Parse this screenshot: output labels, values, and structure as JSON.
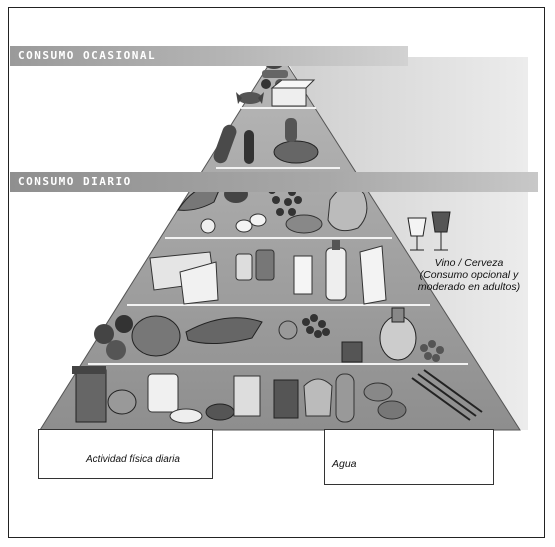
{
  "pyramid": {
    "top_band_label": "CONSUMO OCASIONAL",
    "middle_band_label": "CONSUMO DIARIO",
    "wine_note": "Vino / Cerveza (Consumo opcional y moderado en adultos)",
    "activity_label": "Actividad física diaria",
    "water_label": "Agua",
    "tiers": [
      {
        "level": 1,
        "foods_icon": "sweets-icon"
      },
      {
        "level": 2,
        "foods_icon": "butter-candy-icon"
      },
      {
        "level": 3,
        "foods_icon": "sausage-meat-icon"
      },
      {
        "level": 4,
        "foods_icon": "fish-egg-poultry-icon"
      },
      {
        "level": 5,
        "foods_icon": "dairy-icon"
      },
      {
        "level": 6,
        "foods_icon": "vegetables-fruit-oil-icon"
      },
      {
        "level": 7,
        "foods_icon": "grains-bread-pasta-icon"
      }
    ],
    "colors": {
      "band_dark": "#8f8f8f",
      "pyramid_face": "#9c9c9c",
      "shadow": "#d6d6d6"
    }
  }
}
